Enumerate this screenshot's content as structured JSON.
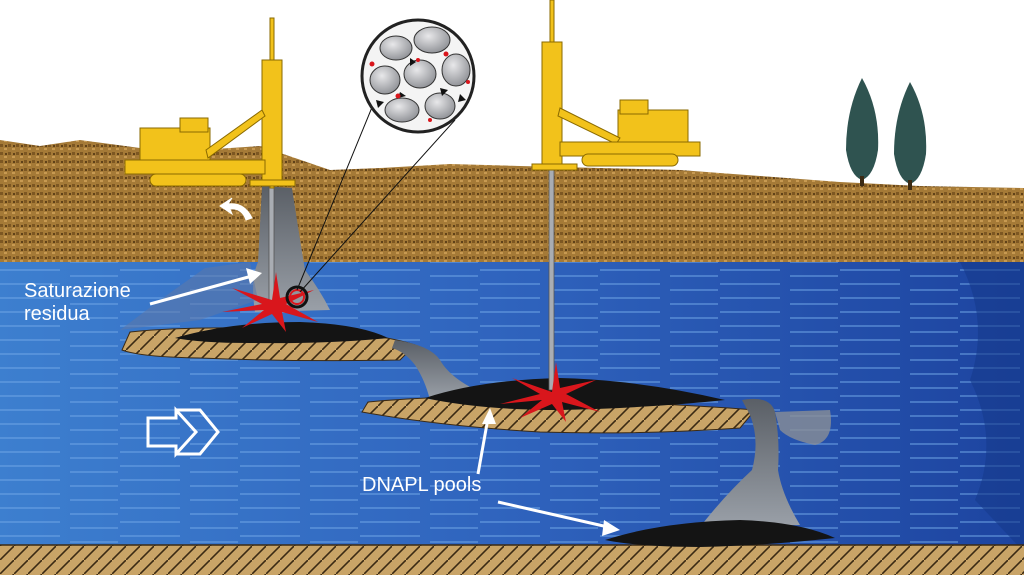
{
  "labels": {
    "saturazione_line1": "Saturazione",
    "saturazione_line2": "residua",
    "dnapl_pools": "DNAPL pools"
  },
  "colors": {
    "sky": "#ffffff",
    "soil": "#a67c3a",
    "aquifer": "#2e5fb8",
    "aquifer_dark": "#1a3f96",
    "aquitard": "#c9a467",
    "dnapl": "#1a1a1a",
    "plume": "#8a8f96",
    "rig": "#f2c21b",
    "tree": "#2f5350",
    "hotspot": "#d9161c"
  },
  "icons": [
    "drill-rig-icon",
    "drill-rig-icon",
    "tree-icon",
    "tree-icon",
    "flow-arrow-icon",
    "return-arrow-icon",
    "magnifier-icon"
  ]
}
